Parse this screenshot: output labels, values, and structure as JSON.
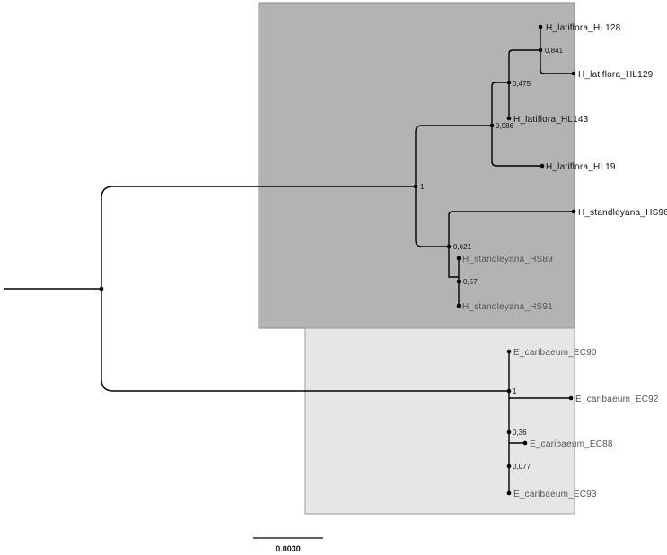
{
  "colors": {
    "clade_dark_fill": "#b3b3b3",
    "clade_light_fill": "#e6e6e6",
    "clade_border": "#888888",
    "branch": "#000000"
  },
  "taxa": {
    "hl128": "H_latiflora_HL128",
    "hl129": "H_latiflora_HL129",
    "hl143": "H_latiflora_HL143",
    "hl19": "H_latiflora_HL19",
    "hs96": "H_standleyana_HS96",
    "hs89": "H_standleyana_HS89",
    "hs91": "H_standleyana_HS91",
    "ec90": "E_caribaeum_EC90",
    "ec92": "E_caribaeum_EC92",
    "ec88": "E_caribaeum_EC88",
    "ec93": "E_caribaeum_EC93"
  },
  "support": {
    "n_hl128_129": "0,841",
    "n_hl_143_pair": "0,475",
    "n_latiflora": "0,986",
    "n_hylocereus": "1",
    "n_standleyana": "0,621",
    "n_hs89_91": "0,57",
    "n_caribaeum": "1",
    "n_ec_inner": "0,36",
    "n_ec88_93": "0,077"
  },
  "scale_bar": {
    "label": "0.0030"
  }
}
